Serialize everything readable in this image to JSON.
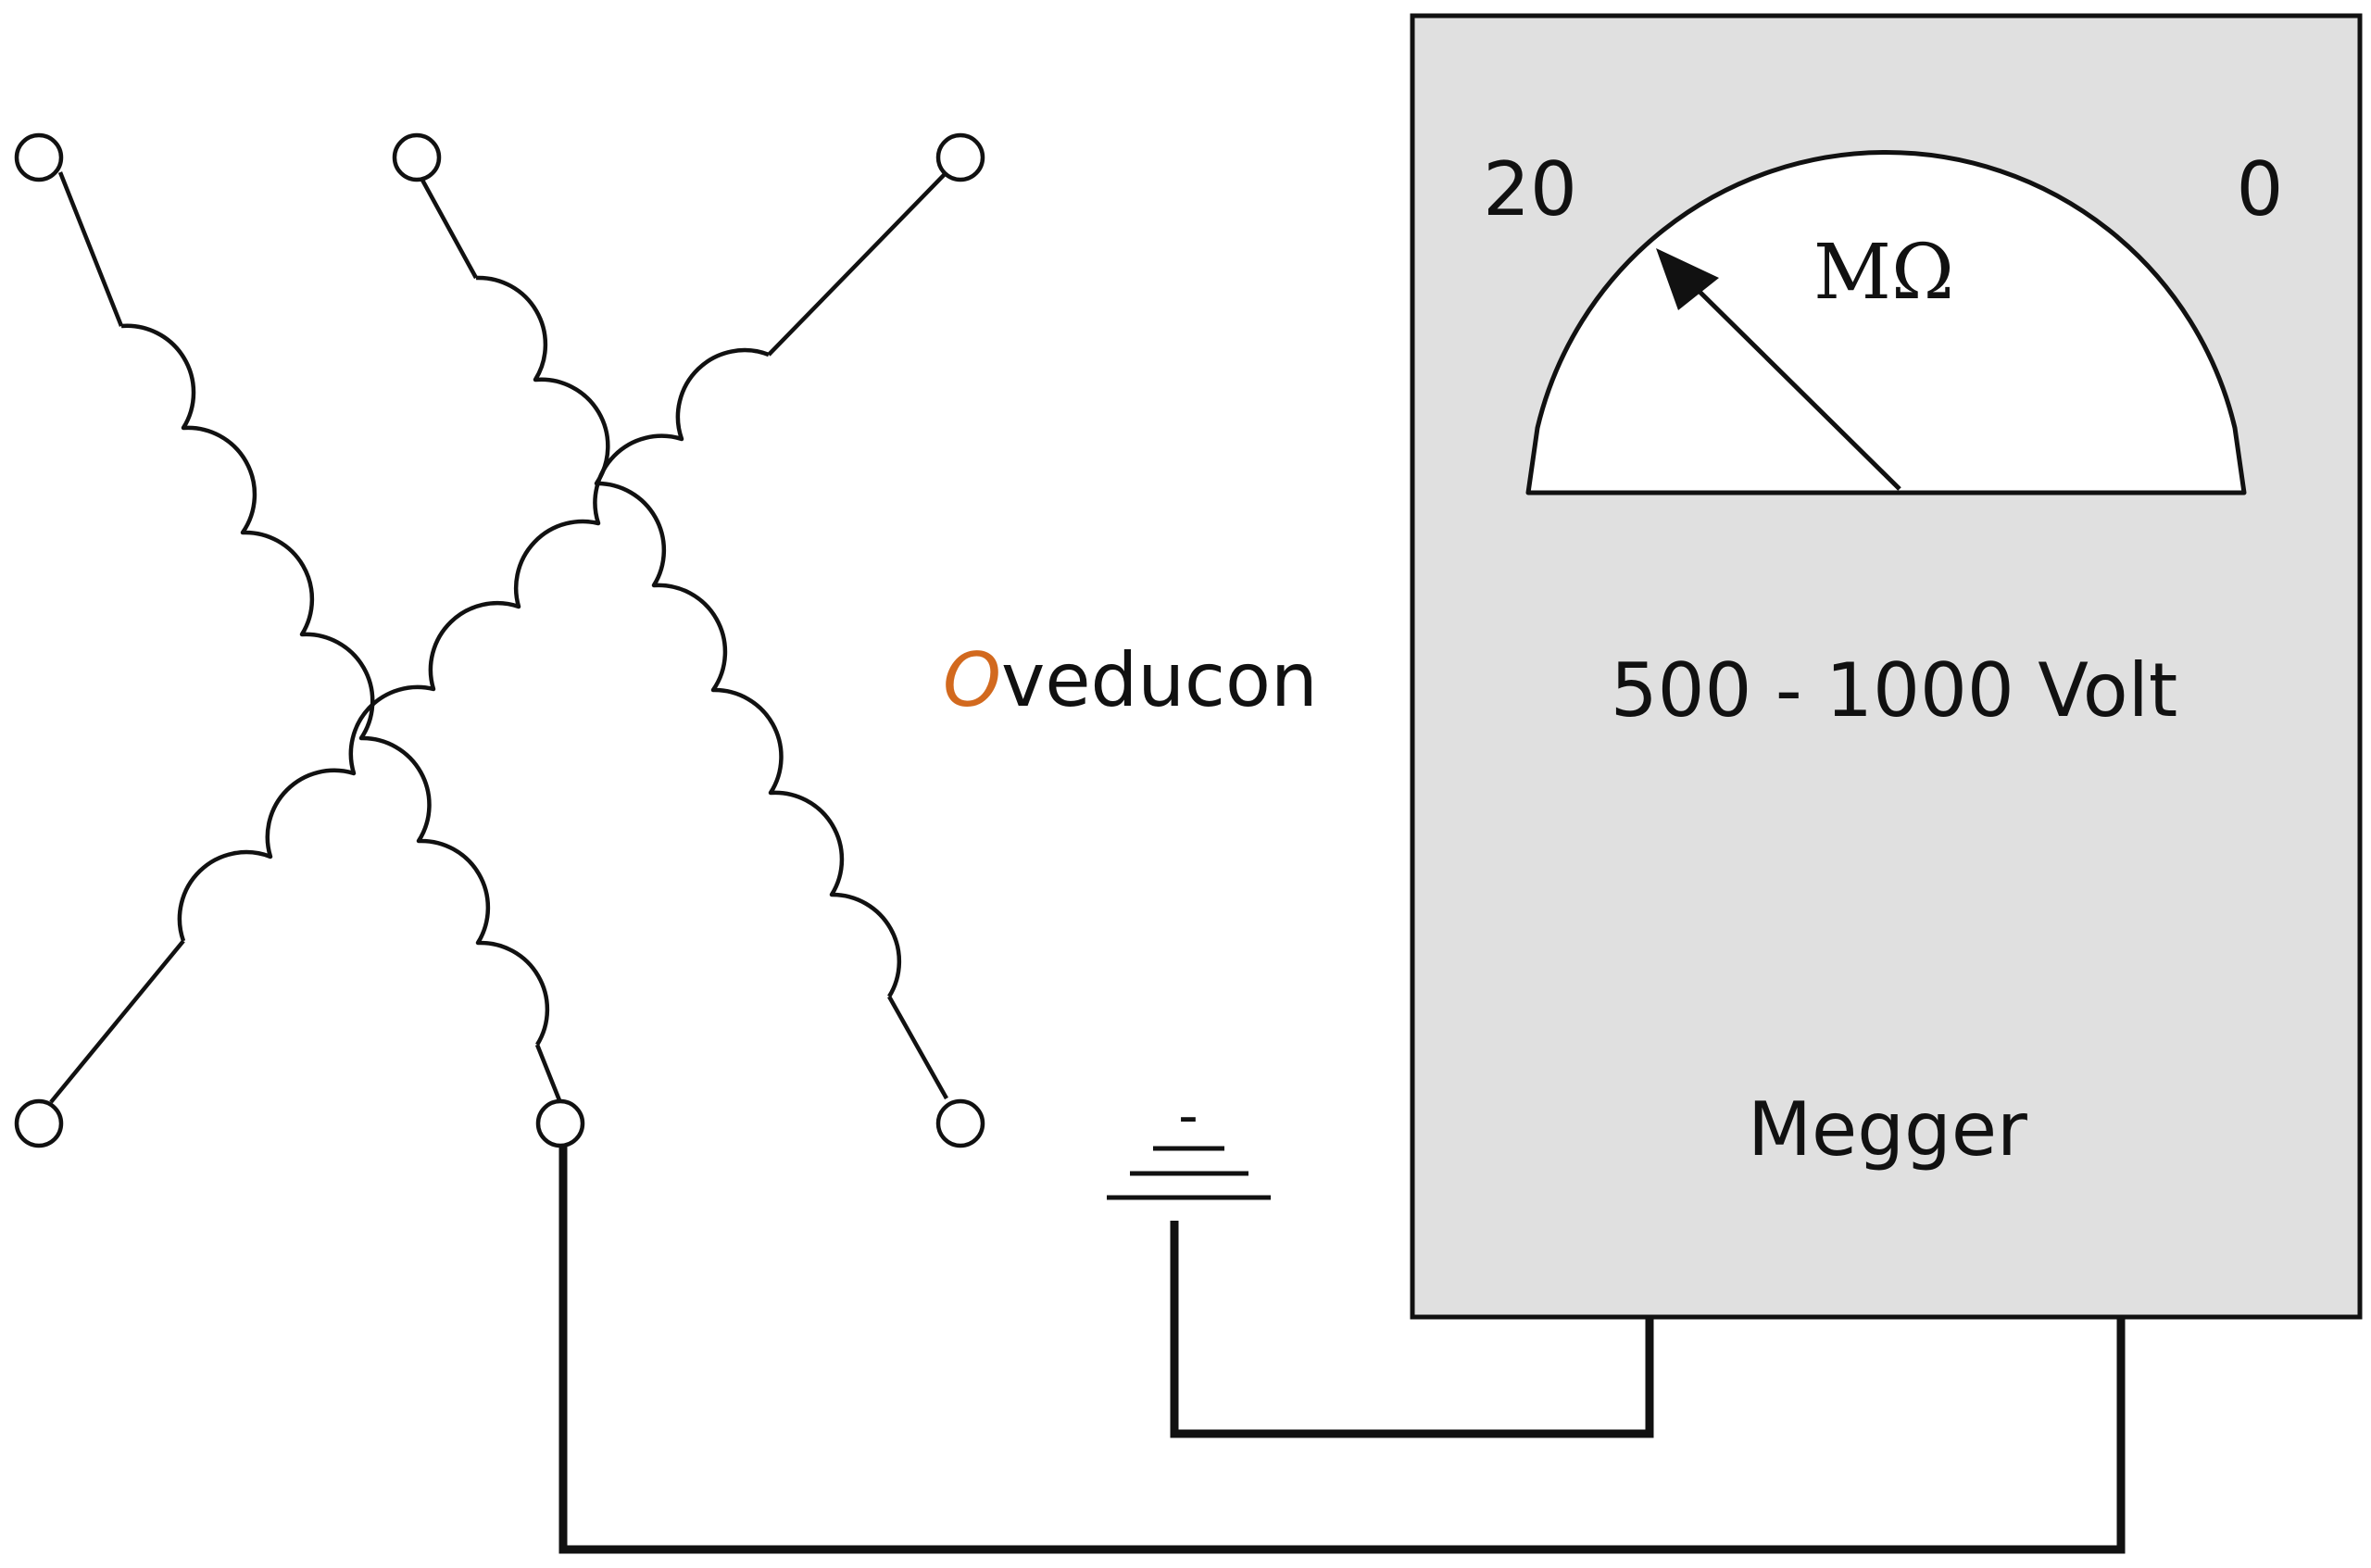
{
  "brand": {
    "initial": "O",
    "rest": "veducon",
    "accent_color": "#d2691e"
  },
  "meter": {
    "scale_left": "20",
    "scale_right": "0",
    "unit": "MΩ",
    "voltage": "500 - 1000 Volt",
    "name": "Megger",
    "needle_level": "left end of scale (pointing toward 20)"
  },
  "ground": {
    "sign": "-"
  },
  "colors": {
    "line": "#111111",
    "meter_body": "#e0e0e0",
    "meter_dial": "#ffffff"
  }
}
